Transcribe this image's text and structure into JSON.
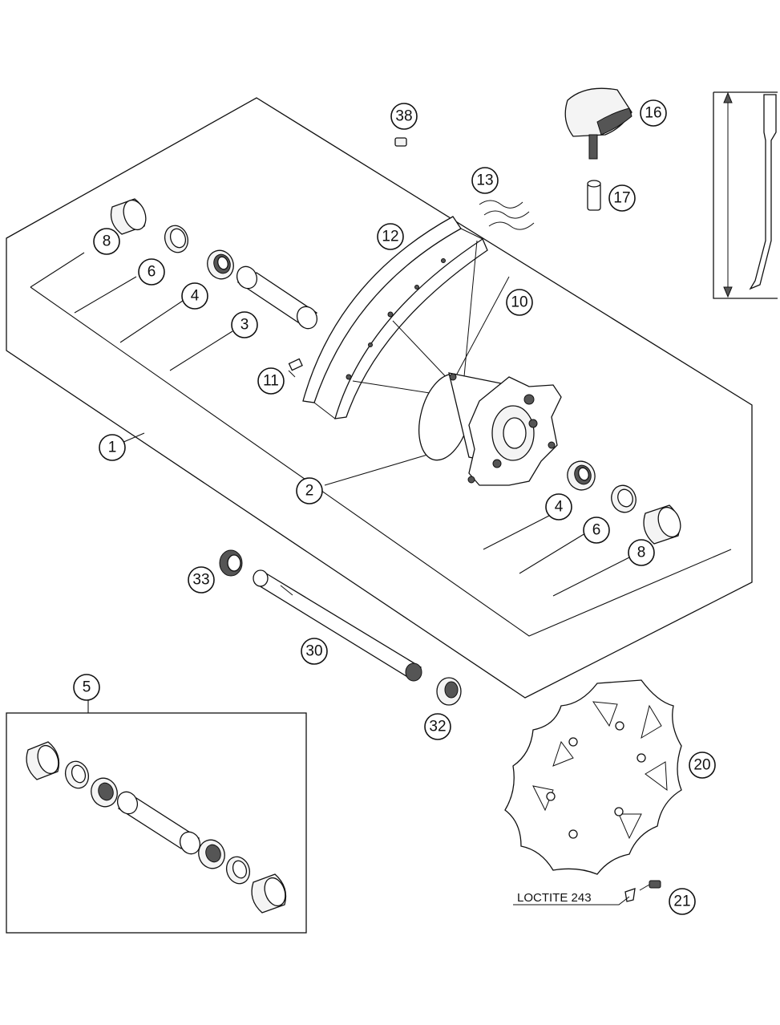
{
  "callouts": {
    "c1": "1",
    "c2": "2",
    "c3": "3",
    "c4a": "4",
    "c4b": "4",
    "c5": "5",
    "c6a": "6",
    "c6b": "6",
    "c8a": "8",
    "c8b": "8",
    "c10": "10",
    "c11": "11",
    "c12": "12",
    "c13": "13",
    "c16": "16",
    "c17": "17",
    "c20": "20",
    "c21": "21",
    "c30": "30",
    "c32": "32",
    "c33": "33",
    "c38": "38"
  },
  "note": {
    "loctite": "LOCTITE 243"
  }
}
